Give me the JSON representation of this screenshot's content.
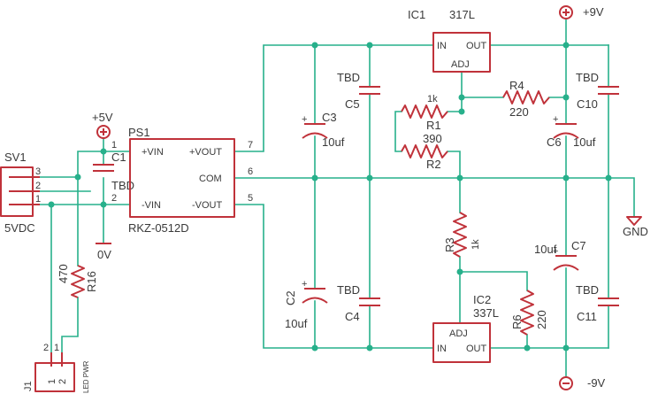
{
  "sv1": {
    "ref": "SV1",
    "value": "5VDC",
    "pins": [
      "3",
      "2",
      "1"
    ]
  },
  "j1": {
    "ref": "J1",
    "value": "LED PWR",
    "pins": [
      "1",
      "2"
    ]
  },
  "r16": {
    "ref": "R16",
    "value": "470"
  },
  "c1": {
    "ref": "C1",
    "value": "TBD"
  },
  "p5v": {
    "label": "+5V"
  },
  "gnd0": {
    "label": "0V"
  },
  "ps1": {
    "ref": "PS1",
    "value": "RKZ-0512D",
    "pins_in": [
      "+VIN",
      "-VIN"
    ],
    "pins_out": [
      "+VOUT",
      "COM",
      "-VOUT"
    ],
    "pin_numbers": [
      "1",
      "2",
      "7",
      "6",
      "5"
    ]
  },
  "c3": {
    "ref": "C3",
    "value": "10uf"
  },
  "c2": {
    "ref": "C2",
    "value": "10uf"
  },
  "c5": {
    "ref": "C5",
    "value": "TBD"
  },
  "c4": {
    "ref": "C4",
    "value": "TBD"
  },
  "ic1": {
    "ref": "IC1",
    "value": "317L",
    "pins": [
      "IN",
      "OUT",
      "ADJ"
    ]
  },
  "ic2": {
    "ref": "IC2",
    "value": "337L",
    "pins": [
      "IN",
      "OUT",
      "ADJ"
    ]
  },
  "r1": {
    "ref": "R1",
    "value": "1k"
  },
  "r2": {
    "ref": "R2",
    "value": "390"
  },
  "r3": {
    "ref": "R3",
    "value": "1k"
  },
  "r4": {
    "ref": "R4",
    "value": "220"
  },
  "r6": {
    "ref": "R6",
    "value": "220"
  },
  "c6": {
    "ref": "C6",
    "value": "10uf"
  },
  "c7": {
    "ref": "C7",
    "value": "10uf"
  },
  "c10": {
    "ref": "C10",
    "value": "TBD"
  },
  "c11": {
    "ref": "C11",
    "value": "TBD"
  },
  "p9v": {
    "label": "+9V"
  },
  "n9v": {
    "label": "-9V"
  },
  "gnd": {
    "label": "GND"
  }
}
